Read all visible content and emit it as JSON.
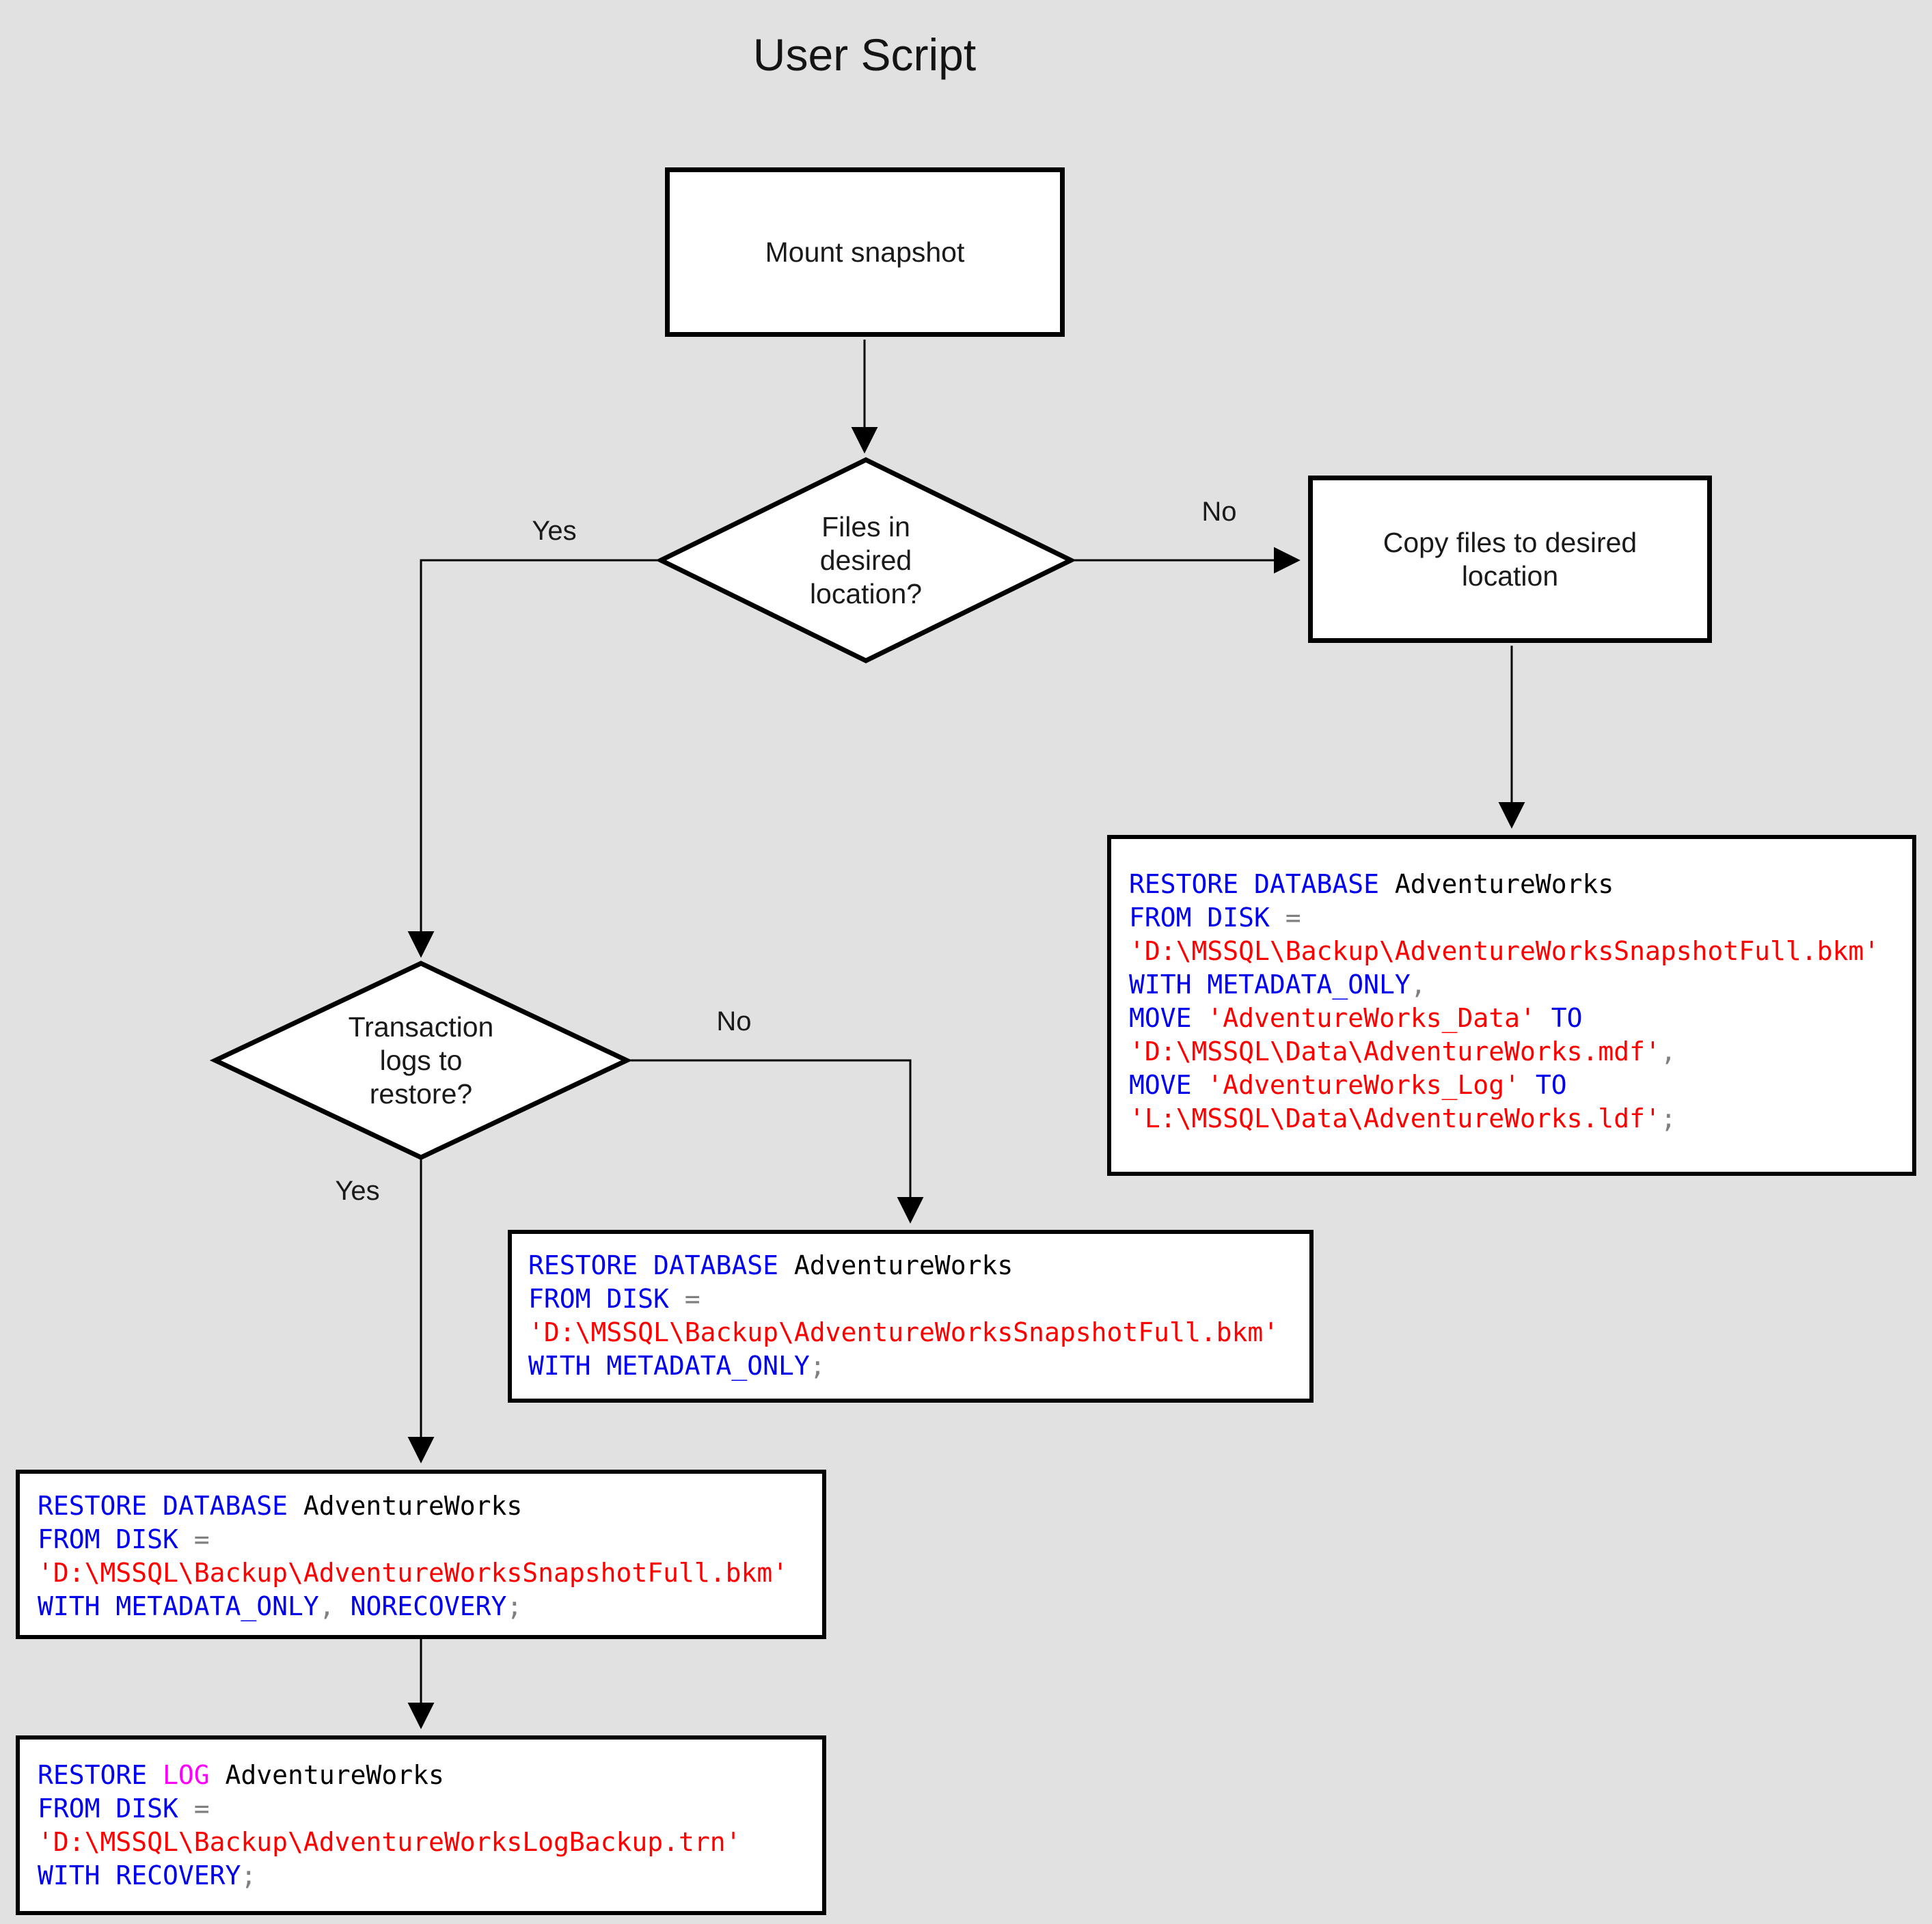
{
  "title": "User Script",
  "colors": {
    "background": "#e1e1e1",
    "node_fill": "#ffffff",
    "node_border": "#000000",
    "keyword": "#0000ee",
    "string": "#ff0000",
    "operator": "#808080",
    "identifier": "#000000",
    "log_keyword": "#ff00ff"
  },
  "nodes": {
    "mount": {
      "label": "Mount snapshot"
    },
    "files_decision": {
      "label": "Files in\ndesired\nlocation?"
    },
    "copy": {
      "label": "Copy files to desired\nlocation"
    },
    "logs_decision": {
      "label": "Transaction\nlogs to\nrestore?"
    }
  },
  "edge_labels": {
    "files_yes": "Yes",
    "files_no": "No",
    "logs_yes": "Yes",
    "logs_no": "No"
  },
  "code": {
    "copy_restore": {
      "lines": [
        [
          [
            "RESTORE DATABASE",
            "kw"
          ],
          [
            " AdventureWorks",
            "id"
          ]
        ],
        [
          [
            "FROM DISK",
            "kw"
          ],
          [
            " ",
            "id"
          ],
          [
            "=",
            "op"
          ]
        ],
        [
          [
            "'D:\\MSSQL\\Backup\\AdventureWorksSnapshotFull.bkm'",
            "str"
          ]
        ],
        [
          [
            "WITH METADATA_ONLY",
            "kw"
          ],
          [
            ",",
            "op"
          ]
        ],
        [
          [
            "MOVE",
            "kw"
          ],
          [
            " ",
            "id"
          ],
          [
            "'AdventureWorks_Data'",
            "str"
          ],
          [
            " ",
            "id"
          ],
          [
            "TO",
            "kw"
          ]
        ],
        [
          [
            "'D:\\MSSQL\\Data\\AdventureWorks.mdf'",
            "str"
          ],
          [
            ",",
            "op"
          ]
        ],
        [
          [
            "MOVE",
            "kw"
          ],
          [
            " ",
            "id"
          ],
          [
            "'AdventureWorks_Log'",
            "str"
          ],
          [
            " ",
            "id"
          ],
          [
            "TO",
            "kw"
          ]
        ],
        [
          [
            "'L:\\MSSQL\\Data\\AdventureWorks.ldf'",
            "str"
          ],
          [
            ";",
            "op"
          ]
        ]
      ]
    },
    "nologs_restore": {
      "lines": [
        [
          [
            "RESTORE DATABASE",
            "kw"
          ],
          [
            " AdventureWorks",
            "id"
          ]
        ],
        [
          [
            "FROM DISK",
            "kw"
          ],
          [
            " ",
            "id"
          ],
          [
            "=",
            "op"
          ]
        ],
        [
          [
            "'D:\\MSSQL\\Backup\\AdventureWorksSnapshotFull.bkm'",
            "str"
          ]
        ],
        [
          [
            "WITH METADATA_ONLY",
            "kw"
          ],
          [
            ";",
            "op"
          ]
        ]
      ]
    },
    "norecovery_restore": {
      "lines": [
        [
          [
            "RESTORE DATABASE",
            "kw"
          ],
          [
            " AdventureWorks",
            "id"
          ]
        ],
        [
          [
            "FROM DISK",
            "kw"
          ],
          [
            " ",
            "id"
          ],
          [
            "=",
            "op"
          ]
        ],
        [
          [
            "'D:\\MSSQL\\Backup\\AdventureWorksSnapshotFull.bkm'",
            "str"
          ]
        ],
        [
          [
            "WITH METADATA_ONLY",
            "kw"
          ],
          [
            ", ",
            "op"
          ],
          [
            "NORECOVERY",
            "kw"
          ],
          [
            ";",
            "op"
          ]
        ]
      ]
    },
    "log_restore": {
      "lines": [
        [
          [
            "RESTORE ",
            "kw"
          ],
          [
            "LOG",
            "log"
          ],
          [
            " AdventureWorks",
            "id"
          ]
        ],
        [
          [
            "FROM DISK",
            "kw"
          ],
          [
            " ",
            "id"
          ],
          [
            "=",
            "op"
          ]
        ],
        [
          [
            "'D:\\MSSQL\\Backup\\AdventureWorksLogBackup.trn'",
            "str"
          ]
        ],
        [
          [
            "WITH RECOVERY",
            "kw"
          ],
          [
            ";",
            "op"
          ]
        ]
      ]
    }
  }
}
